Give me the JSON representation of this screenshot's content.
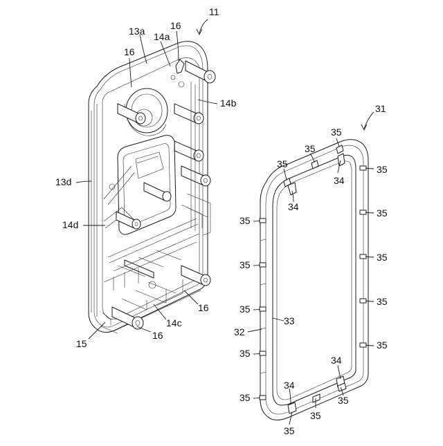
{
  "figure": {
    "assembly_labels": {
      "housing_ref": "11",
      "frame_ref": "31"
    },
    "housing_labels": {
      "wall_top_a": "13a",
      "rib_top_a": "14a",
      "rib_right_b": "14b",
      "wall_left_d": "13d",
      "rib_left_d": "14d",
      "rib_bottom_c": "14c",
      "boss": "16",
      "corner": "15"
    },
    "frame_labels": {
      "clip": "35",
      "tab": "34",
      "body": "32",
      "inner_edge": "33"
    }
  }
}
